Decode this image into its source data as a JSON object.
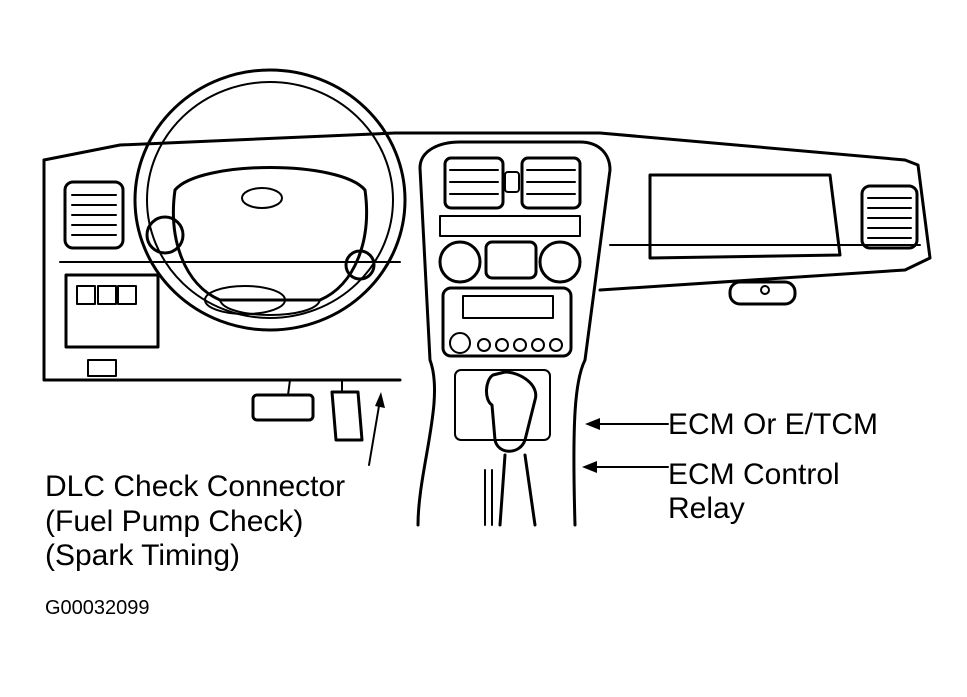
{
  "callouts": {
    "dlc_line1": "DLC Check Connector",
    "dlc_line2": "(Fuel Pump Check)",
    "dlc_line3": "(Spark Timing)",
    "ecm_tcm": "ECM Or E/TCM",
    "relay_line1": "ECM Control",
    "relay_line2": "Relay"
  },
  "figure_id": "G00032099",
  "colors": {
    "ink": "#000000",
    "background": "#ffffff"
  }
}
